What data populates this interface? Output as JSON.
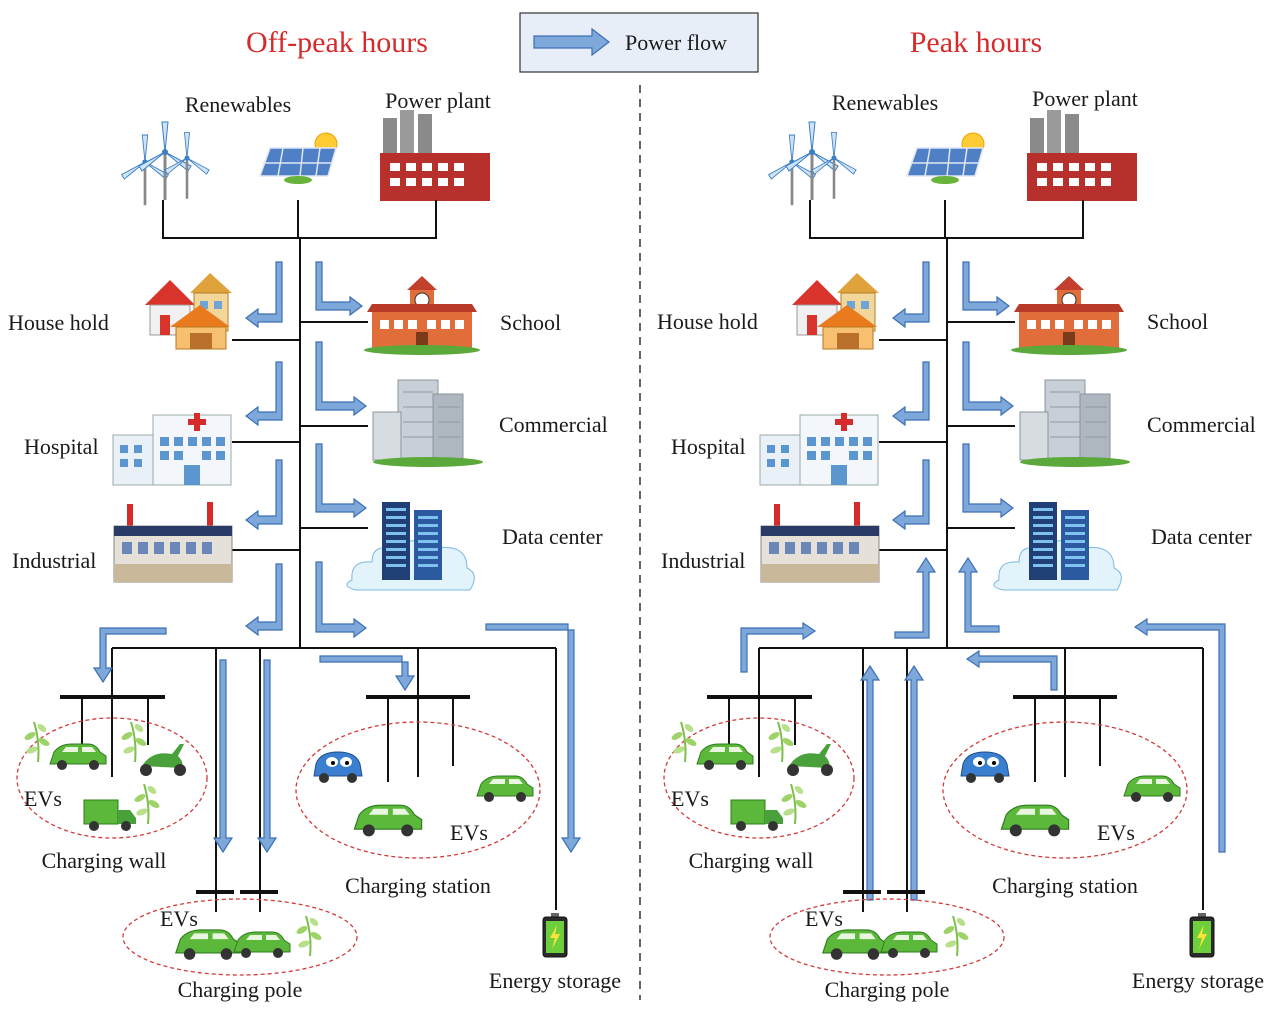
{
  "legend": {
    "label": "Power flow"
  },
  "panels": {
    "left": {
      "title": "Off-peak hours",
      "renewables": "Renewables",
      "power_plant": "Power plant",
      "household": "House hold",
      "school": "School",
      "hospital": "Hospital",
      "commercial": "Commercial",
      "industrial": "Industrial",
      "data_center": "Data center",
      "evs_wall": "EVs",
      "charging_wall": "Charging wall",
      "evs_station": "EVs",
      "charging_station": "Charging station",
      "evs_pole": "EVs",
      "charging_pole": "Charging pole",
      "energy_storage": "Energy storage"
    },
    "right": {
      "title": "Peak hours",
      "renewables": "Renewables",
      "power_plant": "Power plant",
      "household": "House hold",
      "school": "School",
      "hospital": "Hospital",
      "commercial": "Commercial",
      "industrial": "Industrial",
      "data_center": "Data center",
      "evs_wall": "EVs",
      "charging_wall": "Charging wall",
      "evs_station": "EVs",
      "charging_station": "Charging station",
      "evs_pole": "EVs",
      "charging_pole": "Charging pole",
      "energy_storage": "Energy storage"
    }
  },
  "colors": {
    "title": "#d62b2b",
    "flow_arrow": "#7ea8da",
    "ellipse": "#d23a3a",
    "ev_green": "#5cb83a"
  }
}
